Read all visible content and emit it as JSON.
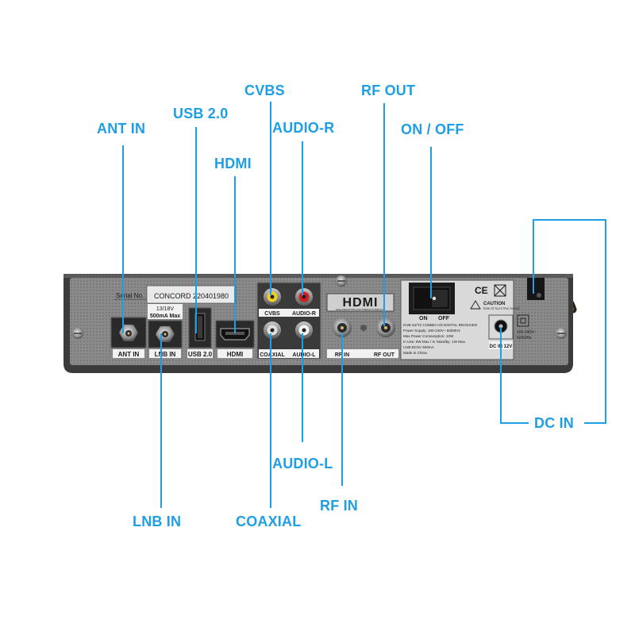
{
  "colors": {
    "accent": "#1e9ee6",
    "chassis": "#3c3c3c",
    "panel": "#8d8d8d",
    "label_text": "#1a1a1a"
  },
  "callouts": {
    "ant_in": "ANT IN",
    "usb": "USB 2.0",
    "cvbs": "CVBS",
    "audio_r": "AUDIO-R",
    "hdmi": "HDMI",
    "rf_out": "RF OUT",
    "on_off": "ON / OFF",
    "dc_in": "DC IN",
    "audio_l": "AUDIO-L",
    "rf_in": "RF IN",
    "lnb_in": "LNB IN",
    "coaxial": "COAXIAL"
  },
  "panel": {
    "serial_label": "Serial No.",
    "serial_value": "CONCORD 220401980",
    "ant_in": "ANT IN",
    "lnb_in": "LNB IN",
    "lnb_spec_1": "13/18V",
    "lnb_spec_2": "500mA Max",
    "usb": "USB 2.0",
    "hdmi": "HDMI",
    "cvbs": "CVBS",
    "audio_r": "AUDIO-R",
    "coaxial": "COAXIAL",
    "audio_l": "AUDIO-L",
    "hdmi_logo": "HDMI",
    "hdmi_sub": "HIGH-DEFINITION MULTIMEDIA INTERFACE",
    "rf_in": "RF IN",
    "rf_out": "RF OUT",
    "switch_on": "ON",
    "switch_off": "OFF",
    "ce_mark": "CE",
    "caution": "CAUTION",
    "caution_sub": "RISK OF ELECTRIC SHOCK",
    "spec_lines": [
      "DVB-S2/T2 COMBO HD DIGITAL RECEIVER",
      "Power Supply: 100-240V~ 50/60Hz",
      "Max Power Consumption: 12W",
      "In Use: 6W Max / In Standby: 1W Max",
      "USB:DC5V 500mA",
      "Made in China"
    ],
    "dc_label": "DC IN 12V",
    "dc_spec_1": "100-240V~",
    "dc_spec_2": "50/60Hz"
  }
}
